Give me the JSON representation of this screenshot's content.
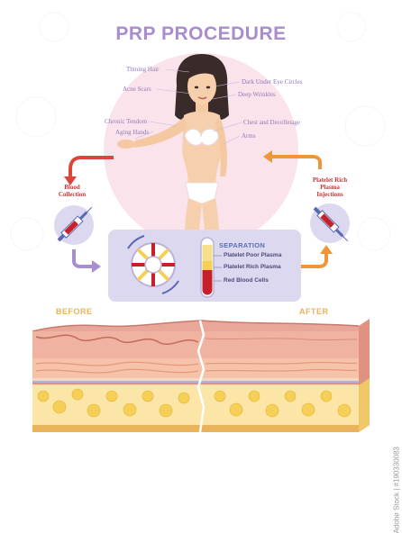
{
  "title": "PRP PROCEDURE",
  "body_labels": {
    "thinning_hair": "Thining Hair",
    "acne_scars": "Acne Scars",
    "chronic_tendon": "Chronic Tendom",
    "aging_hands": "Aging Hands",
    "dark_circles": "Dark Under Eye Circles",
    "deep_wrinkles": "Deep Wrinkles",
    "chest_decolletage": "Chest and Decolletage",
    "arms": "Arms"
  },
  "blood_collection": [
    "Blood",
    "Collection"
  ],
  "prp_injections": [
    "Platelet Rich",
    "Plasma",
    "Injections"
  ],
  "separation": {
    "title": "SEPARATION",
    "layers": [
      "Platelet Poor Plasma",
      "Platelet Rich Plasma",
      "Red Blood Cells"
    ]
  },
  "before_label": "BEFORE",
  "after_label": "AFTER",
  "watermark": "Adobe Stock | #190330083",
  "colors": {
    "title": "#a98ccd",
    "arrow_red": "#d9473a",
    "arrow_orange": "#f0953a",
    "arrow_purple": "#a58fce",
    "circle_bg": "#fbe3ec",
    "plasma_yellow": "#f5cf56",
    "blood_red": "#c8202a"
  }
}
